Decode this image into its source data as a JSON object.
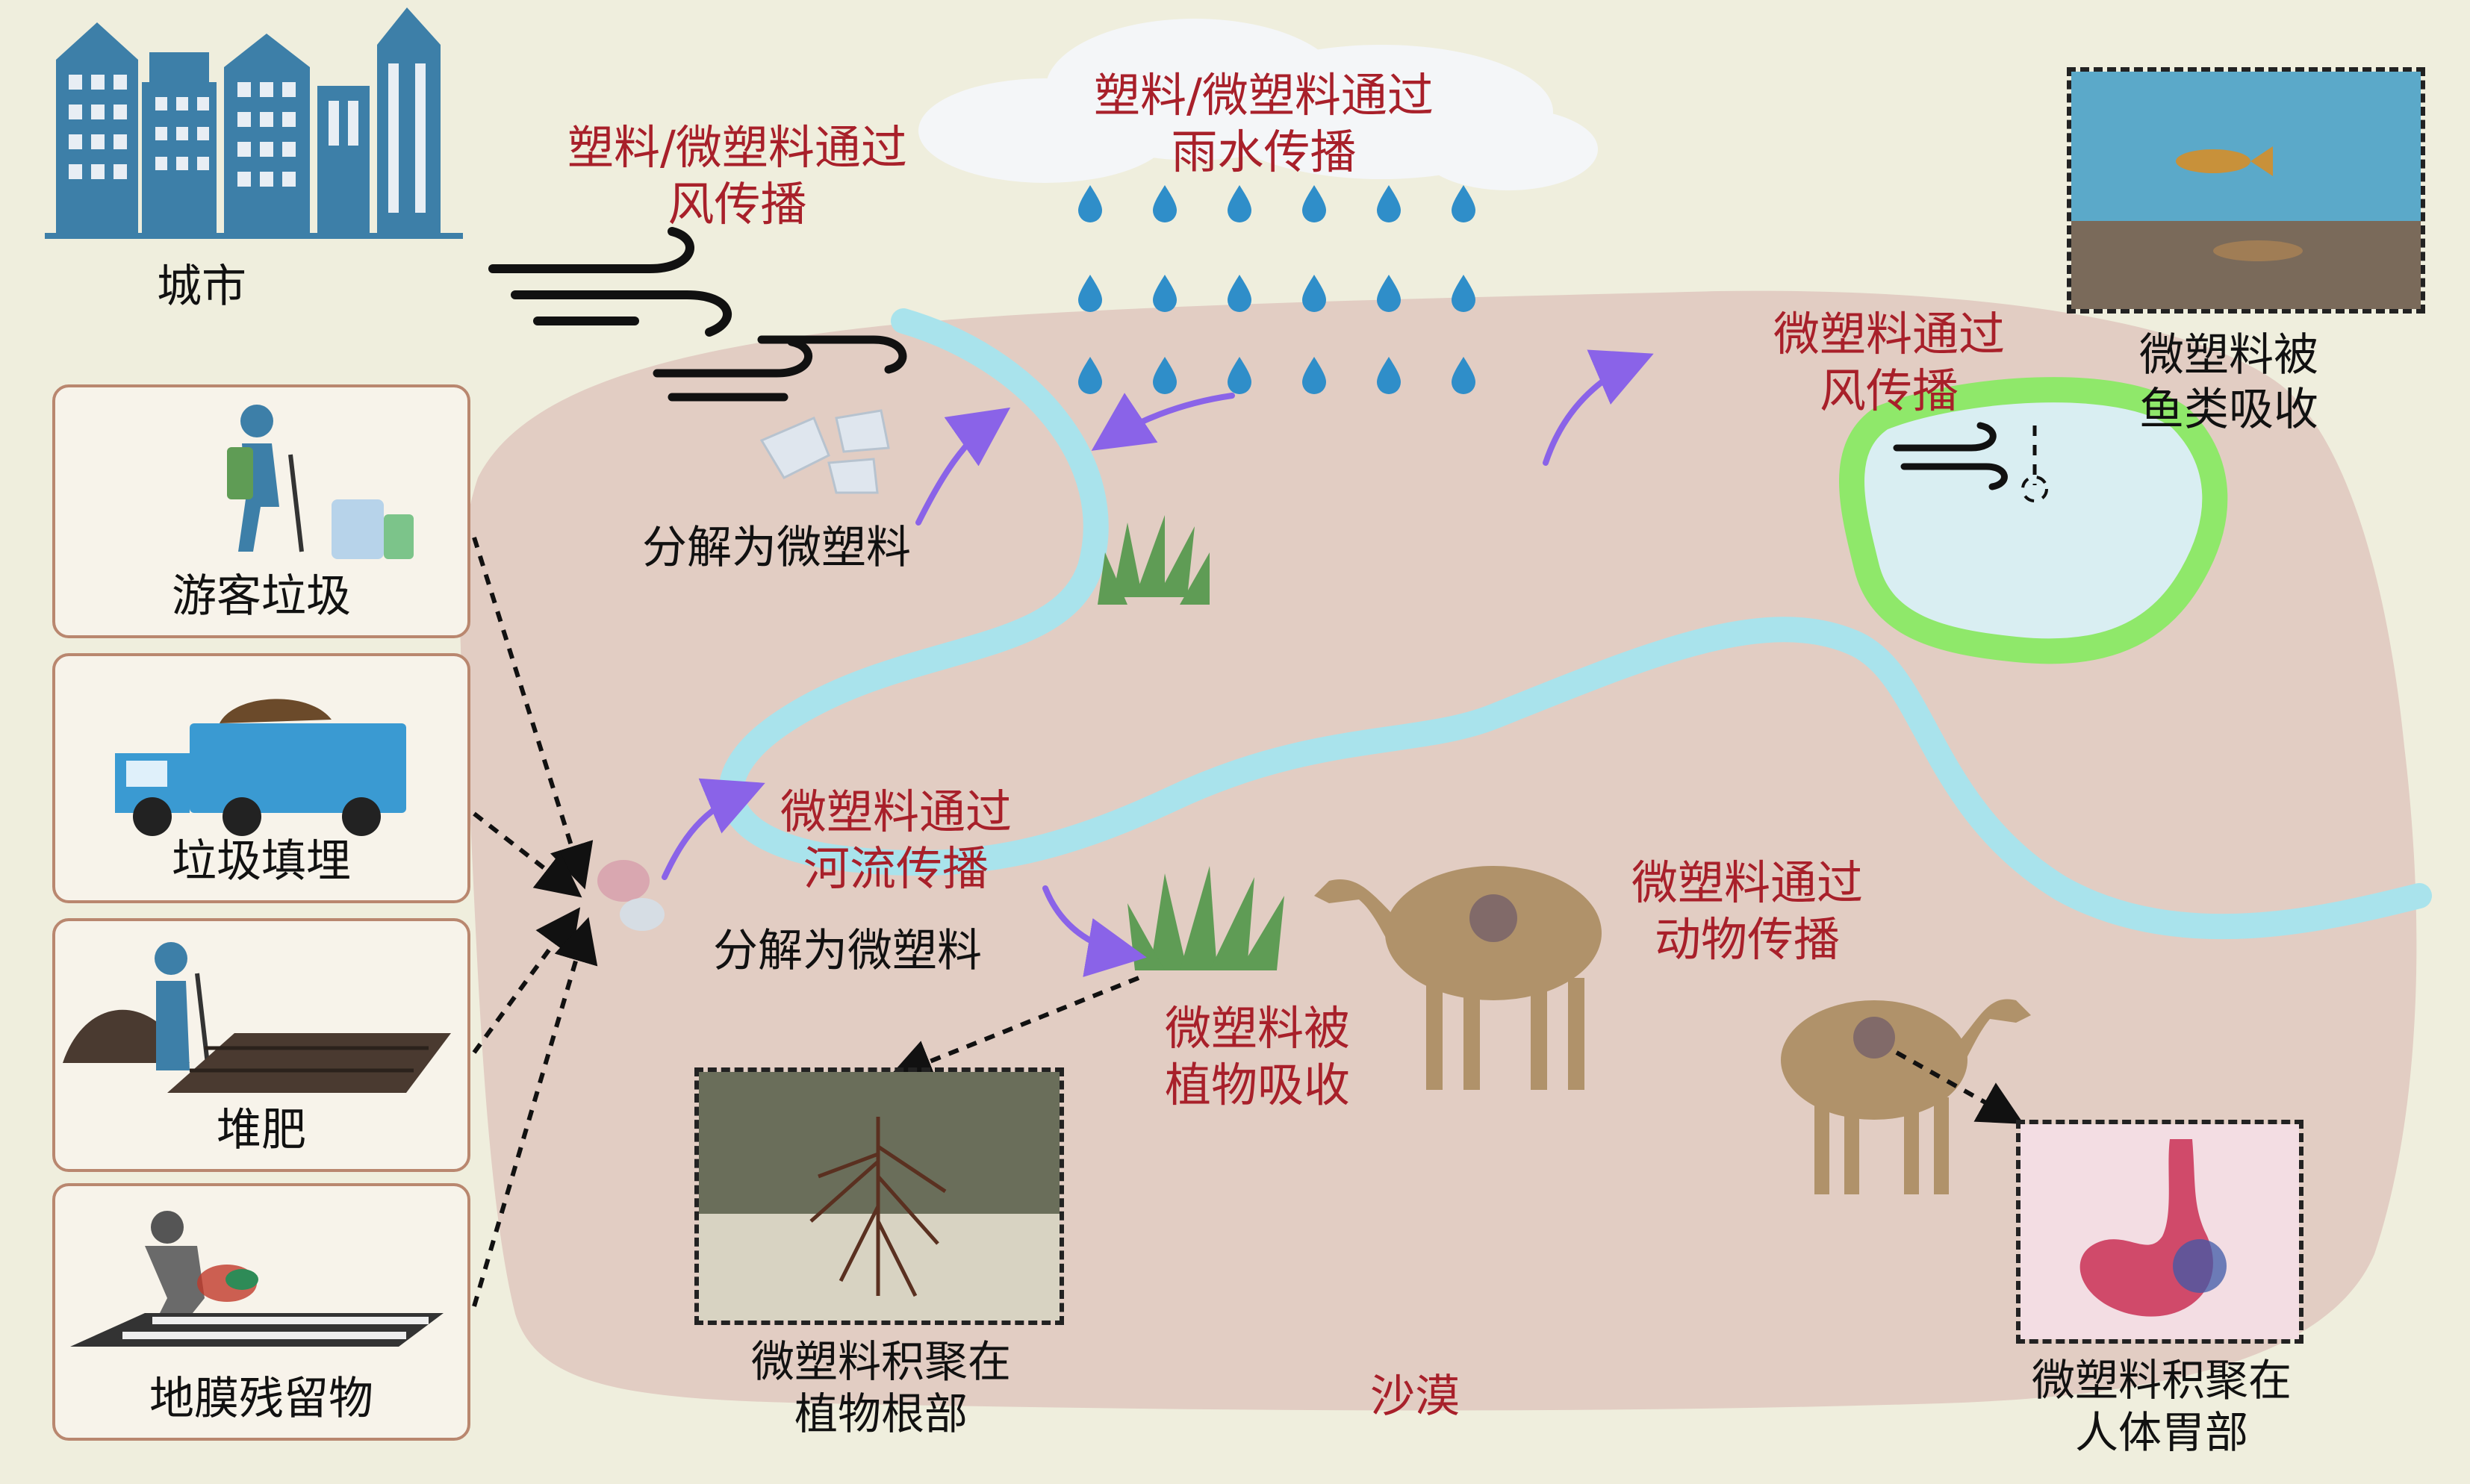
{
  "sources": {
    "city": "城市",
    "tourist_waste": "游客垃圾",
    "landfill": "垃圾填埋",
    "compost": "堆肥",
    "film_residue": "地膜残留物"
  },
  "transport": {
    "wind_top": [
      "塑料/微塑料通过",
      "风传播"
    ],
    "rain": [
      "塑料/微塑料通过",
      "雨水传播"
    ],
    "wind_lake": [
      "微塑料通过",
      "风传播"
    ],
    "river": [
      "微塑料通过",
      "河流传播"
    ],
    "animal": [
      "微塑料通过",
      "动物传播"
    ]
  },
  "processes": {
    "decompose_1": "分解为微塑料",
    "decompose_2": "分解为微塑料",
    "plant_uptake": [
      "微塑料被",
      "植物吸收"
    ],
    "fish_uptake": [
      "微塑料被",
      "鱼类吸收"
    ]
  },
  "insets": {
    "root": [
      "微塑料积聚在",
      "植物根部"
    ],
    "stomach": [
      "微塑料积聚在",
      "人体胃部"
    ]
  },
  "region": {
    "desert": "沙漠"
  },
  "colors": {
    "background": "#efeedd",
    "desert": "#e2cdc3",
    "river": "#a9e3ec",
    "lake_ring": "#8fe86a",
    "label_red": "#a8202a",
    "arrow_purple": "#8a63e8",
    "drop_blue": "#2f8ec9",
    "city_blue": "#3d7fa8"
  },
  "icons": [
    "city-skyline-icon",
    "wind-icon",
    "cloud-icon",
    "raindrop-icon",
    "hiker-icon",
    "garbage-truck-icon",
    "farmer-icon",
    "camel-icon",
    "plant-icon",
    "fish-icon",
    "stomach-icon"
  ]
}
